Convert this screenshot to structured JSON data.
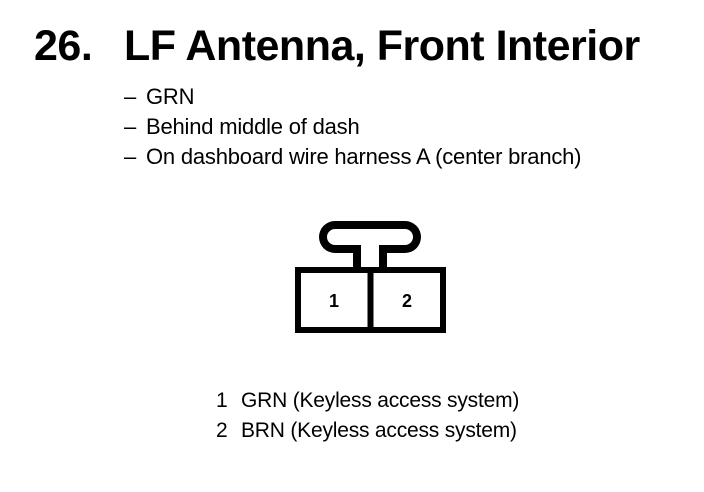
{
  "heading": {
    "number": "26.",
    "title": "LF Antenna, Front Interior"
  },
  "details": {
    "bullet_marker": "–",
    "items": [
      "GRN",
      "Behind middle of dash",
      "On dashboard wire harness A (center branch)"
    ]
  },
  "connector": {
    "name": "2-cavity connector",
    "cavities": [
      {
        "number": "1"
      },
      {
        "number": "2"
      }
    ],
    "locking_tab": "rounded locking tab"
  },
  "legend": {
    "rows": [
      {
        "pin": "1",
        "text": "GRN (Keyless access system)"
      },
      {
        "pin": "2",
        "text": "BRN (Keyless access system)"
      }
    ]
  },
  "colors": {
    "ink": "#000000",
    "paper": "#ffffff"
  }
}
